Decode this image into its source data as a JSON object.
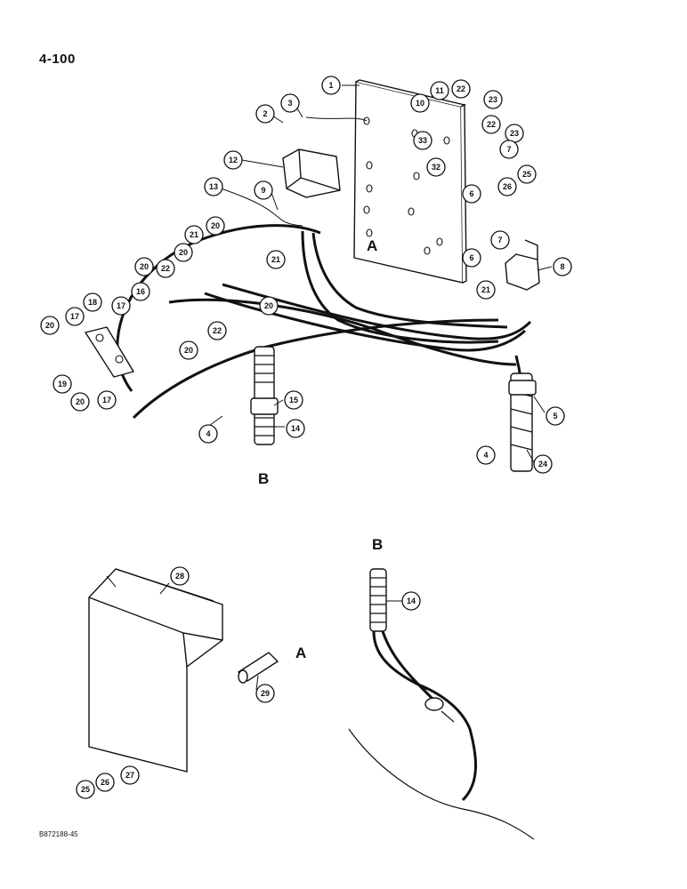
{
  "page_number": "4-100",
  "figure_id": "B872188-45",
  "section_markers": [
    "A",
    "B"
  ],
  "callouts": [
    {
      "id": "c1",
      "label": "1"
    },
    {
      "id": "c2",
      "label": "2"
    },
    {
      "id": "c3",
      "label": "3"
    },
    {
      "id": "c10",
      "label": "10"
    },
    {
      "id": "c11",
      "label": "11"
    },
    {
      "id": "c22a",
      "label": "22"
    },
    {
      "id": "c23a",
      "label": "23"
    },
    {
      "id": "c33",
      "label": "33"
    },
    {
      "id": "c32",
      "label": "32"
    },
    {
      "id": "c22b",
      "label": "22"
    },
    {
      "id": "c23b",
      "label": "23"
    },
    {
      "id": "c7a",
      "label": "7"
    },
    {
      "id": "c12",
      "label": "12"
    },
    {
      "id": "c25a",
      "label": "25"
    },
    {
      "id": "c26a",
      "label": "26"
    },
    {
      "id": "c6a",
      "label": "6"
    },
    {
      "id": "c13",
      "label": "13"
    },
    {
      "id": "c9",
      "label": "9"
    },
    {
      "id": "c20a",
      "label": "20"
    },
    {
      "id": "c21a",
      "label": "21"
    },
    {
      "id": "c7b",
      "label": "7"
    },
    {
      "id": "c6b",
      "label": "6"
    },
    {
      "id": "c8",
      "label": "8"
    },
    {
      "id": "c20b",
      "label": "20"
    },
    {
      "id": "c22c",
      "label": "22"
    },
    {
      "id": "c20c",
      "label": "20"
    },
    {
      "id": "c21b",
      "label": "21"
    },
    {
      "id": "c21c",
      "label": "21"
    },
    {
      "id": "c18",
      "label": "18"
    },
    {
      "id": "c16",
      "label": "16"
    },
    {
      "id": "c20d",
      "label": "20"
    },
    {
      "id": "c17a",
      "label": "17"
    },
    {
      "id": "c17b",
      "label": "17"
    },
    {
      "id": "c20e",
      "label": "20"
    },
    {
      "id": "c22d",
      "label": "22"
    },
    {
      "id": "c20f",
      "label": "20"
    },
    {
      "id": "c19",
      "label": "19"
    },
    {
      "id": "c20g",
      "label": "20"
    },
    {
      "id": "c17c",
      "label": "17"
    },
    {
      "id": "c15",
      "label": "15"
    },
    {
      "id": "c4a",
      "label": "4"
    },
    {
      "id": "c14a",
      "label": "14"
    },
    {
      "id": "c5",
      "label": "5"
    },
    {
      "id": "c4b",
      "label": "4"
    },
    {
      "id": "c24",
      "label": "24"
    },
    {
      "id": "c28",
      "label": "28"
    },
    {
      "id": "c14b",
      "label": "14"
    },
    {
      "id": "c29",
      "label": "29"
    },
    {
      "id": "c27",
      "label": "27"
    },
    {
      "id": "c26b",
      "label": "26"
    },
    {
      "id": "c25b",
      "label": "25"
    }
  ]
}
